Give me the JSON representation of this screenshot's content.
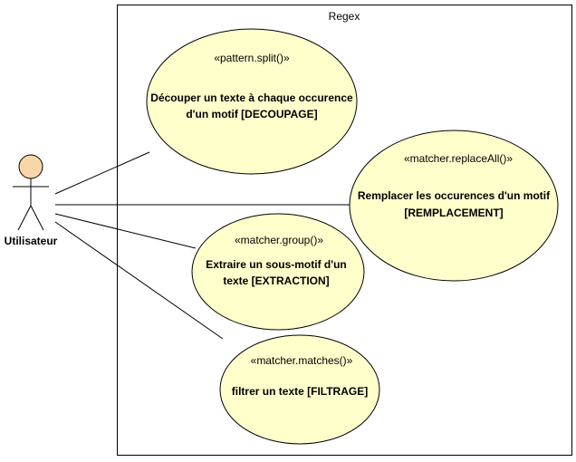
{
  "system_boundary": {
    "title": "Regex"
  },
  "actor": {
    "name": "Utilisateur",
    "head_color": "#f7d6a8"
  },
  "use_cases": [
    {
      "stereotype": "«pattern.split()»",
      "line1": "Découper un texte à chaque occurence",
      "line2": "d'un motif [DECOUPAGE]"
    },
    {
      "stereotype": "«matcher.replaceAll()»",
      "line1": "Remplacer les occurences d'un motif",
      "line2": "[REMPLACEMENT]"
    },
    {
      "stereotype": "«matcher.group()»",
      "line1": "Extraire un sous-motif d'un",
      "line2": "texte [EXTRACTION]"
    },
    {
      "stereotype": "«matcher.matches()»",
      "line1": "filtrer un texte [FILTRAGE]",
      "line2": ""
    }
  ],
  "colors": {
    "use_case_fill": "#ffffcc",
    "line": "#000000"
  }
}
